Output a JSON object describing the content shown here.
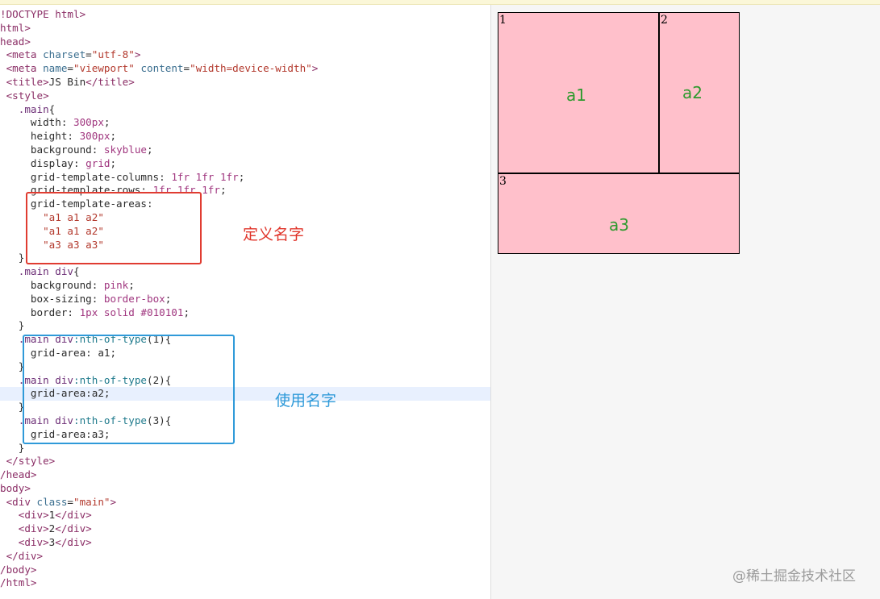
{
  "code": {
    "lines": [
      [
        {
          "c": "tg",
          "t": "!DOCTYPE html>"
        }
      ],
      [
        {
          "c": "tg",
          "t": "html>"
        }
      ],
      [
        {
          "c": "tg",
          "t": "head>"
        }
      ],
      [
        {
          "c": "tg",
          "t": " <meta "
        },
        {
          "c": "at",
          "t": "charset"
        },
        {
          "c": "pr",
          "t": "="
        },
        {
          "c": "st",
          "t": "\"utf-8\""
        },
        {
          "c": "tg",
          "t": ">"
        }
      ],
      [
        {
          "c": "tg",
          "t": " <meta "
        },
        {
          "c": "at",
          "t": "name"
        },
        {
          "c": "pr",
          "t": "="
        },
        {
          "c": "st",
          "t": "\"viewport\""
        },
        {
          "c": "pr",
          "t": " "
        },
        {
          "c": "at",
          "t": "content"
        },
        {
          "c": "pr",
          "t": "="
        },
        {
          "c": "st",
          "t": "\"width=device-width\""
        },
        {
          "c": "tg",
          "t": ">"
        }
      ],
      [
        {
          "c": "tg",
          "t": " <title>"
        },
        {
          "c": "pr",
          "t": "JS Bin"
        },
        {
          "c": "tg",
          "t": "</title>"
        }
      ],
      [
        {
          "c": "tg",
          "t": " <style>"
        }
      ],
      [
        {
          "c": "sel",
          "t": "   .main"
        },
        {
          "c": "pr",
          "t": "{"
        }
      ],
      [
        {
          "c": "pr",
          "t": "     width: "
        },
        {
          "c": "nm",
          "t": "300px"
        },
        {
          "c": "pr",
          "t": ";"
        }
      ],
      [
        {
          "c": "pr",
          "t": "     height: "
        },
        {
          "c": "nm",
          "t": "300px"
        },
        {
          "c": "pr",
          "t": ";"
        }
      ],
      [
        {
          "c": "pr",
          "t": "     background: "
        },
        {
          "c": "nm",
          "t": "skyblue"
        },
        {
          "c": "pr",
          "t": ";"
        }
      ],
      [
        {
          "c": "pr",
          "t": "     display: "
        },
        {
          "c": "nm",
          "t": "grid"
        },
        {
          "c": "pr",
          "t": ";"
        }
      ],
      [
        {
          "c": "pr",
          "t": "     grid-template-columns: "
        },
        {
          "c": "nm",
          "t": "1fr 1fr 1fr"
        },
        {
          "c": "pr",
          "t": ";"
        }
      ],
      [
        {
          "c": "pr",
          "t": "     grid-template-rows: "
        },
        {
          "c": "nm",
          "t": "1fr 1fr 1fr"
        },
        {
          "c": "pr",
          "t": ";"
        }
      ],
      [
        {
          "c": "pr",
          "t": "     grid-template-areas:"
        }
      ],
      [
        {
          "c": "st",
          "t": "       \"a1 a1 a2\""
        }
      ],
      [
        {
          "c": "st",
          "t": "       \"a1 a1 a2\""
        }
      ],
      [
        {
          "c": "st",
          "t": "       \"a3 a3 a3\""
        }
      ],
      [
        {
          "c": "pr",
          "t": "   }"
        }
      ],
      [
        {
          "c": "sel",
          "t": "   .main div"
        },
        {
          "c": "pr",
          "t": "{"
        }
      ],
      [
        {
          "c": "pr",
          "t": "     background: "
        },
        {
          "c": "nm",
          "t": "pink"
        },
        {
          "c": "pr",
          "t": ";"
        }
      ],
      [
        {
          "c": "pr",
          "t": "     box-sizing: "
        },
        {
          "c": "nm",
          "t": "border-box"
        },
        {
          "c": "pr",
          "t": ";"
        }
      ],
      [
        {
          "c": "pr",
          "t": "     border: "
        },
        {
          "c": "nm",
          "t": "1px solid #010101"
        },
        {
          "c": "pr",
          "t": ";"
        }
      ],
      [
        {
          "c": "pr",
          "t": "   }"
        }
      ],
      [
        {
          "c": "sel",
          "t": "   .main div"
        },
        {
          "c": "ps",
          "t": ":nth-of-type"
        },
        {
          "c": "pr",
          "t": "(1){"
        }
      ],
      [
        {
          "c": "pr",
          "t": "     grid-area: a1;"
        }
      ],
      [
        {
          "c": "pr",
          "t": "   }"
        }
      ],
      [
        {
          "c": "sel",
          "t": "   .main div"
        },
        {
          "c": "ps",
          "t": ":nth-of-type"
        },
        {
          "c": "pr",
          "t": "(2){"
        }
      ],
      [
        {
          "c": "pr",
          "t": "     grid-area:a2;"
        }
      ],
      [
        {
          "c": "pr",
          "t": "   }"
        }
      ],
      [
        {
          "c": "sel",
          "t": "   .main div"
        },
        {
          "c": "ps",
          "t": ":nth-of-type"
        },
        {
          "c": "pr",
          "t": "(3){"
        }
      ],
      [
        {
          "c": "pr",
          "t": "     grid-area:a3;"
        }
      ],
      [
        {
          "c": "pr",
          "t": "   }"
        }
      ],
      [
        {
          "c": "tg",
          "t": " </style>"
        }
      ],
      [
        {
          "c": "tg",
          "t": "/head>"
        }
      ],
      [
        {
          "c": "tg",
          "t": "body>"
        }
      ],
      [
        {
          "c": "tg",
          "t": " <div "
        },
        {
          "c": "at",
          "t": "class"
        },
        {
          "c": "pr",
          "t": "="
        },
        {
          "c": "st",
          "t": "\"main\""
        },
        {
          "c": "tg",
          "t": ">"
        }
      ],
      [
        {
          "c": "tg",
          "t": "   <div>"
        },
        {
          "c": "pr",
          "t": "1"
        },
        {
          "c": "tg",
          "t": "</div>"
        }
      ],
      [
        {
          "c": "tg",
          "t": "   <div>"
        },
        {
          "c": "pr",
          "t": "2"
        },
        {
          "c": "tg",
          "t": "</div>"
        }
      ],
      [
        {
          "c": "tg",
          "t": "   <div>"
        },
        {
          "c": "pr",
          "t": "3"
        },
        {
          "c": "tg",
          "t": "</div>"
        }
      ],
      [
        {
          "c": "tg",
          "t": " </div>"
        }
      ],
      [
        {
          "c": "tg",
          "t": "/body>"
        }
      ],
      [
        {
          "c": "tg",
          "t": "/html>"
        }
      ]
    ],
    "active_line": 28
  },
  "annotations": {
    "define_names": "定义名字",
    "use_names": "使用名字"
  },
  "preview": {
    "cells": [
      {
        "num": "1",
        "area": "a1"
      },
      {
        "num": "2",
        "area": "a2"
      },
      {
        "num": "3",
        "area": "a3"
      }
    ]
  },
  "watermark": "@稀土掘金技术社区",
  "colors": {
    "cell_background": "#ffc0cb",
    "area_label": "#2e9a2e",
    "annotation_red": "#e03c31",
    "annotation_blue": "#2f9ad9"
  }
}
